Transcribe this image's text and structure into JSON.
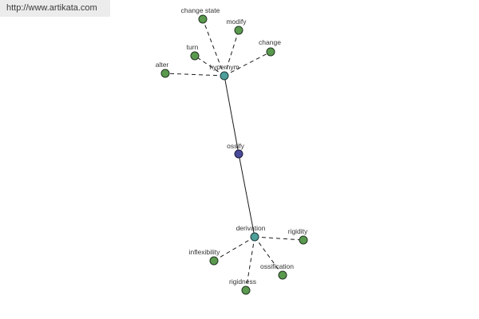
{
  "watermark": {
    "url": "http://www.artikata.com"
  },
  "graph": {
    "center": {
      "label": "ossify"
    },
    "hubs": [
      {
        "id": "hypernym",
        "label": "hypernym"
      },
      {
        "id": "derivation",
        "label": "derivation"
      }
    ],
    "leaves": [
      {
        "hub": "hypernym",
        "label": "change state"
      },
      {
        "hub": "hypernym",
        "label": "modify"
      },
      {
        "hub": "hypernym",
        "label": "turn"
      },
      {
        "hub": "hypernym",
        "label": "change"
      },
      {
        "hub": "hypernym",
        "label": "alter"
      },
      {
        "hub": "derivation",
        "label": "rigidity"
      },
      {
        "hub": "derivation",
        "label": "inflexibility"
      },
      {
        "hub": "derivation",
        "label": "ossification"
      },
      {
        "hub": "derivation",
        "label": "rigidness"
      }
    ],
    "colors": {
      "leaf": "#5a9a4e",
      "hub": "#4e9e9a",
      "center": "#4a4a9a"
    }
  }
}
